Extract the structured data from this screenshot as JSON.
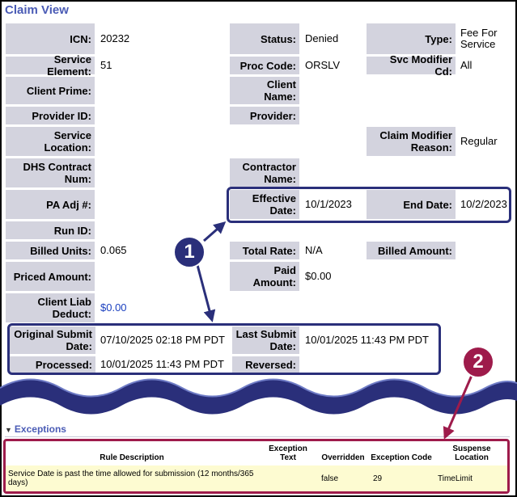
{
  "page_title": "Claim View",
  "fields": {
    "icn_label": "ICN:",
    "icn_value": "20232",
    "status_label": "Status:",
    "status_value": "Denied",
    "type_label": "Type:",
    "type_value": "Fee For Service",
    "service_element_label": "Service Element:",
    "service_element_value": "51",
    "proc_code_label": "Proc Code:",
    "proc_code_value": "ORSLV",
    "svc_modifier_label": "Svc Modifier Cd:",
    "svc_modifier_value": "All",
    "client_prime_label": "Client Prime:",
    "client_name_label": "Client Name:",
    "provider_id_label": "Provider ID:",
    "provider_label": "Provider:",
    "service_location_label": "Service Location:",
    "claim_modifier_reason_label": "Claim Modifier Reason:",
    "claim_modifier_reason_value": "Regular",
    "dhs_contract_num_label": "DHS Contract Num:",
    "contractor_name_label": "Contractor Name:",
    "pa_adj_label": "PA Adj #:",
    "effective_date_label": "Effective Date:",
    "effective_date_value": "10/1/2023",
    "end_date_label": "End Date:",
    "end_date_value": "10/2/2023",
    "run_id_label": "Run ID:",
    "billed_units_label": "Billed Units:",
    "billed_units_value": "0.065",
    "total_rate_label": "Total Rate:",
    "total_rate_value": "N/A",
    "billed_amount_label": "Billed Amount:",
    "priced_amount_label": "Priced Amount:",
    "paid_amount_label": "Paid Amount:",
    "paid_amount_value": "$0.00",
    "client_liab_label": "Client Liab Deduct:",
    "client_liab_value": "$0.00",
    "original_submit_label": "Original Submit Date:",
    "original_submit_value": "07/10/2025 02:18 PM PDT",
    "last_submit_label": "Last Submit Date:",
    "last_submit_value": "10/01/2025 11:43 PM PDT",
    "processed_label": "Processed:",
    "processed_value": "10/01/2025 11:43 PM PDT",
    "reversed_label": "Reversed:"
  },
  "callouts": {
    "one": "1",
    "two": "2"
  },
  "exceptions": {
    "heading": "Exceptions",
    "columns": [
      "Rule Description",
      "Exception Text",
      "Overridden",
      "Exception Code",
      "Suspense Location"
    ],
    "rows": [
      [
        "Service Date is past the time allowed for submission (12 months/365 days)",
        "",
        "false",
        "29",
        "TimeLimit"
      ]
    ]
  },
  "colors": {
    "label_bg": "#d3d3de",
    "title": "#4a5bb5",
    "callout_navy": "#2a2f7a",
    "callout_maroon": "#9e1b4b",
    "row_highlight": "#fdfbd1",
    "link_blue": "#1a3fbf"
  }
}
